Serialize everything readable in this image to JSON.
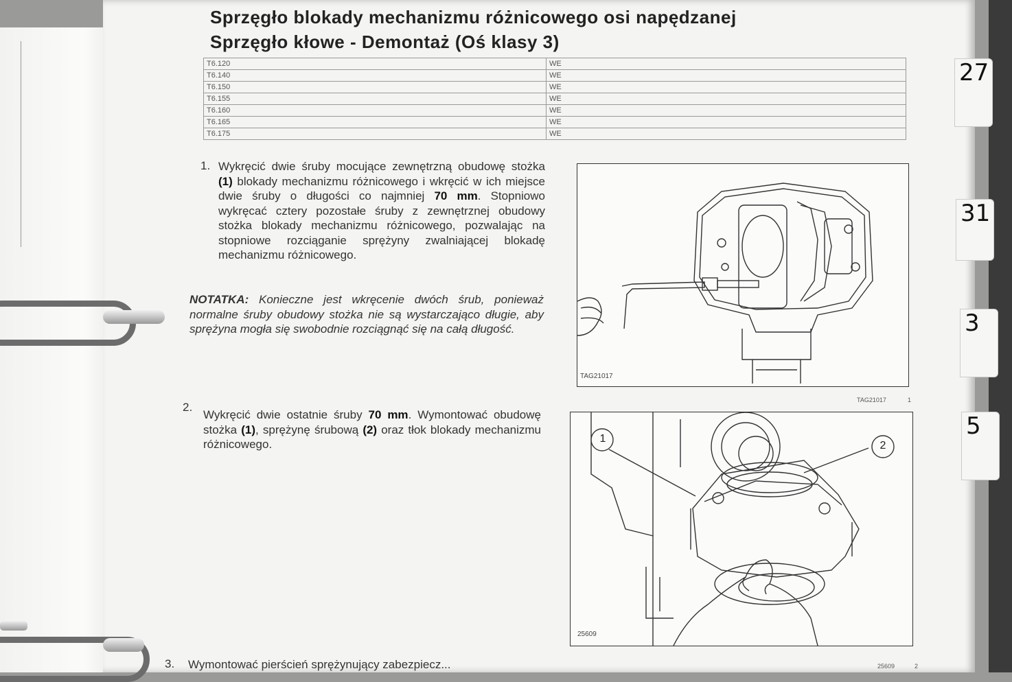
{
  "header": {
    "title_line1": "Sprzęgło blokady mechanizmu różnicowego osi napędzanej",
    "title_line2": "Sprzęgło kłowe - Demontaż (Oś klasy 3)"
  },
  "models": [
    {
      "model": "T6.120",
      "code": "WE"
    },
    {
      "model": "T6.140",
      "code": "WE"
    },
    {
      "model": "T6.150",
      "code": "WE"
    },
    {
      "model": "T6.155",
      "code": "WE"
    },
    {
      "model": "T6.160",
      "code": "WE"
    },
    {
      "model": "T6.165",
      "code": "WE"
    },
    {
      "model": "T6.175",
      "code": "WE"
    }
  ],
  "steps": {
    "step1": {
      "number": "1.",
      "text_a": "Wykręcić dwie śruby mocujące zewnętrzną obudowę stożka ",
      "bold_a": "(1)",
      "text_b": " blokady mechanizmu różnicowego i wkręcić w ich miejsce dwie śruby o długości co najmniej ",
      "bold_b": "70 mm",
      "text_c": ". Stopniowo wykręcać cztery pozostałe śruby z zewnętrznej obudowy stożka blokady mechanizmu różnicowego, pozwalając na stopniowe rozciąganie sprężyny zwalniającej blokadę mechanizmu różnicowego."
    },
    "note": {
      "label": "NOTATKA:",
      "text": " Konieczne jest wkręcenie dwóch śrub, ponieważ normalne śruby obudowy stożka nie są wystarczająco długie, aby sprężyna mogła się swobodnie rozciągnąć się na całą długość."
    },
    "step2": {
      "number": "2.",
      "text_a": "Wykręcić dwie ostatnie śruby ",
      "bold_a": "70 mm",
      "text_b": ". Wymontować obudowę stożka ",
      "bold_b": "(1)",
      "text_c": ", sprężynę śrubową ",
      "bold_c": "(2)",
      "text_d": " oraz tłok blokady mechanizmu różnicowego."
    },
    "step3": {
      "number": "3.",
      "text": "Wymontować pierścień sprężynujący zabezpiecz..."
    }
  },
  "figures": {
    "fig1": {
      "code": "TAG21017",
      "caption_code": "TAG21017",
      "caption_num": "1"
    },
    "fig2": {
      "code": "25609",
      "caption_code": "25609",
      "caption_num": "2",
      "callout1": "1",
      "callout2": "2"
    }
  },
  "tabs": [
    "27",
    "31",
    "3",
    "5"
  ]
}
